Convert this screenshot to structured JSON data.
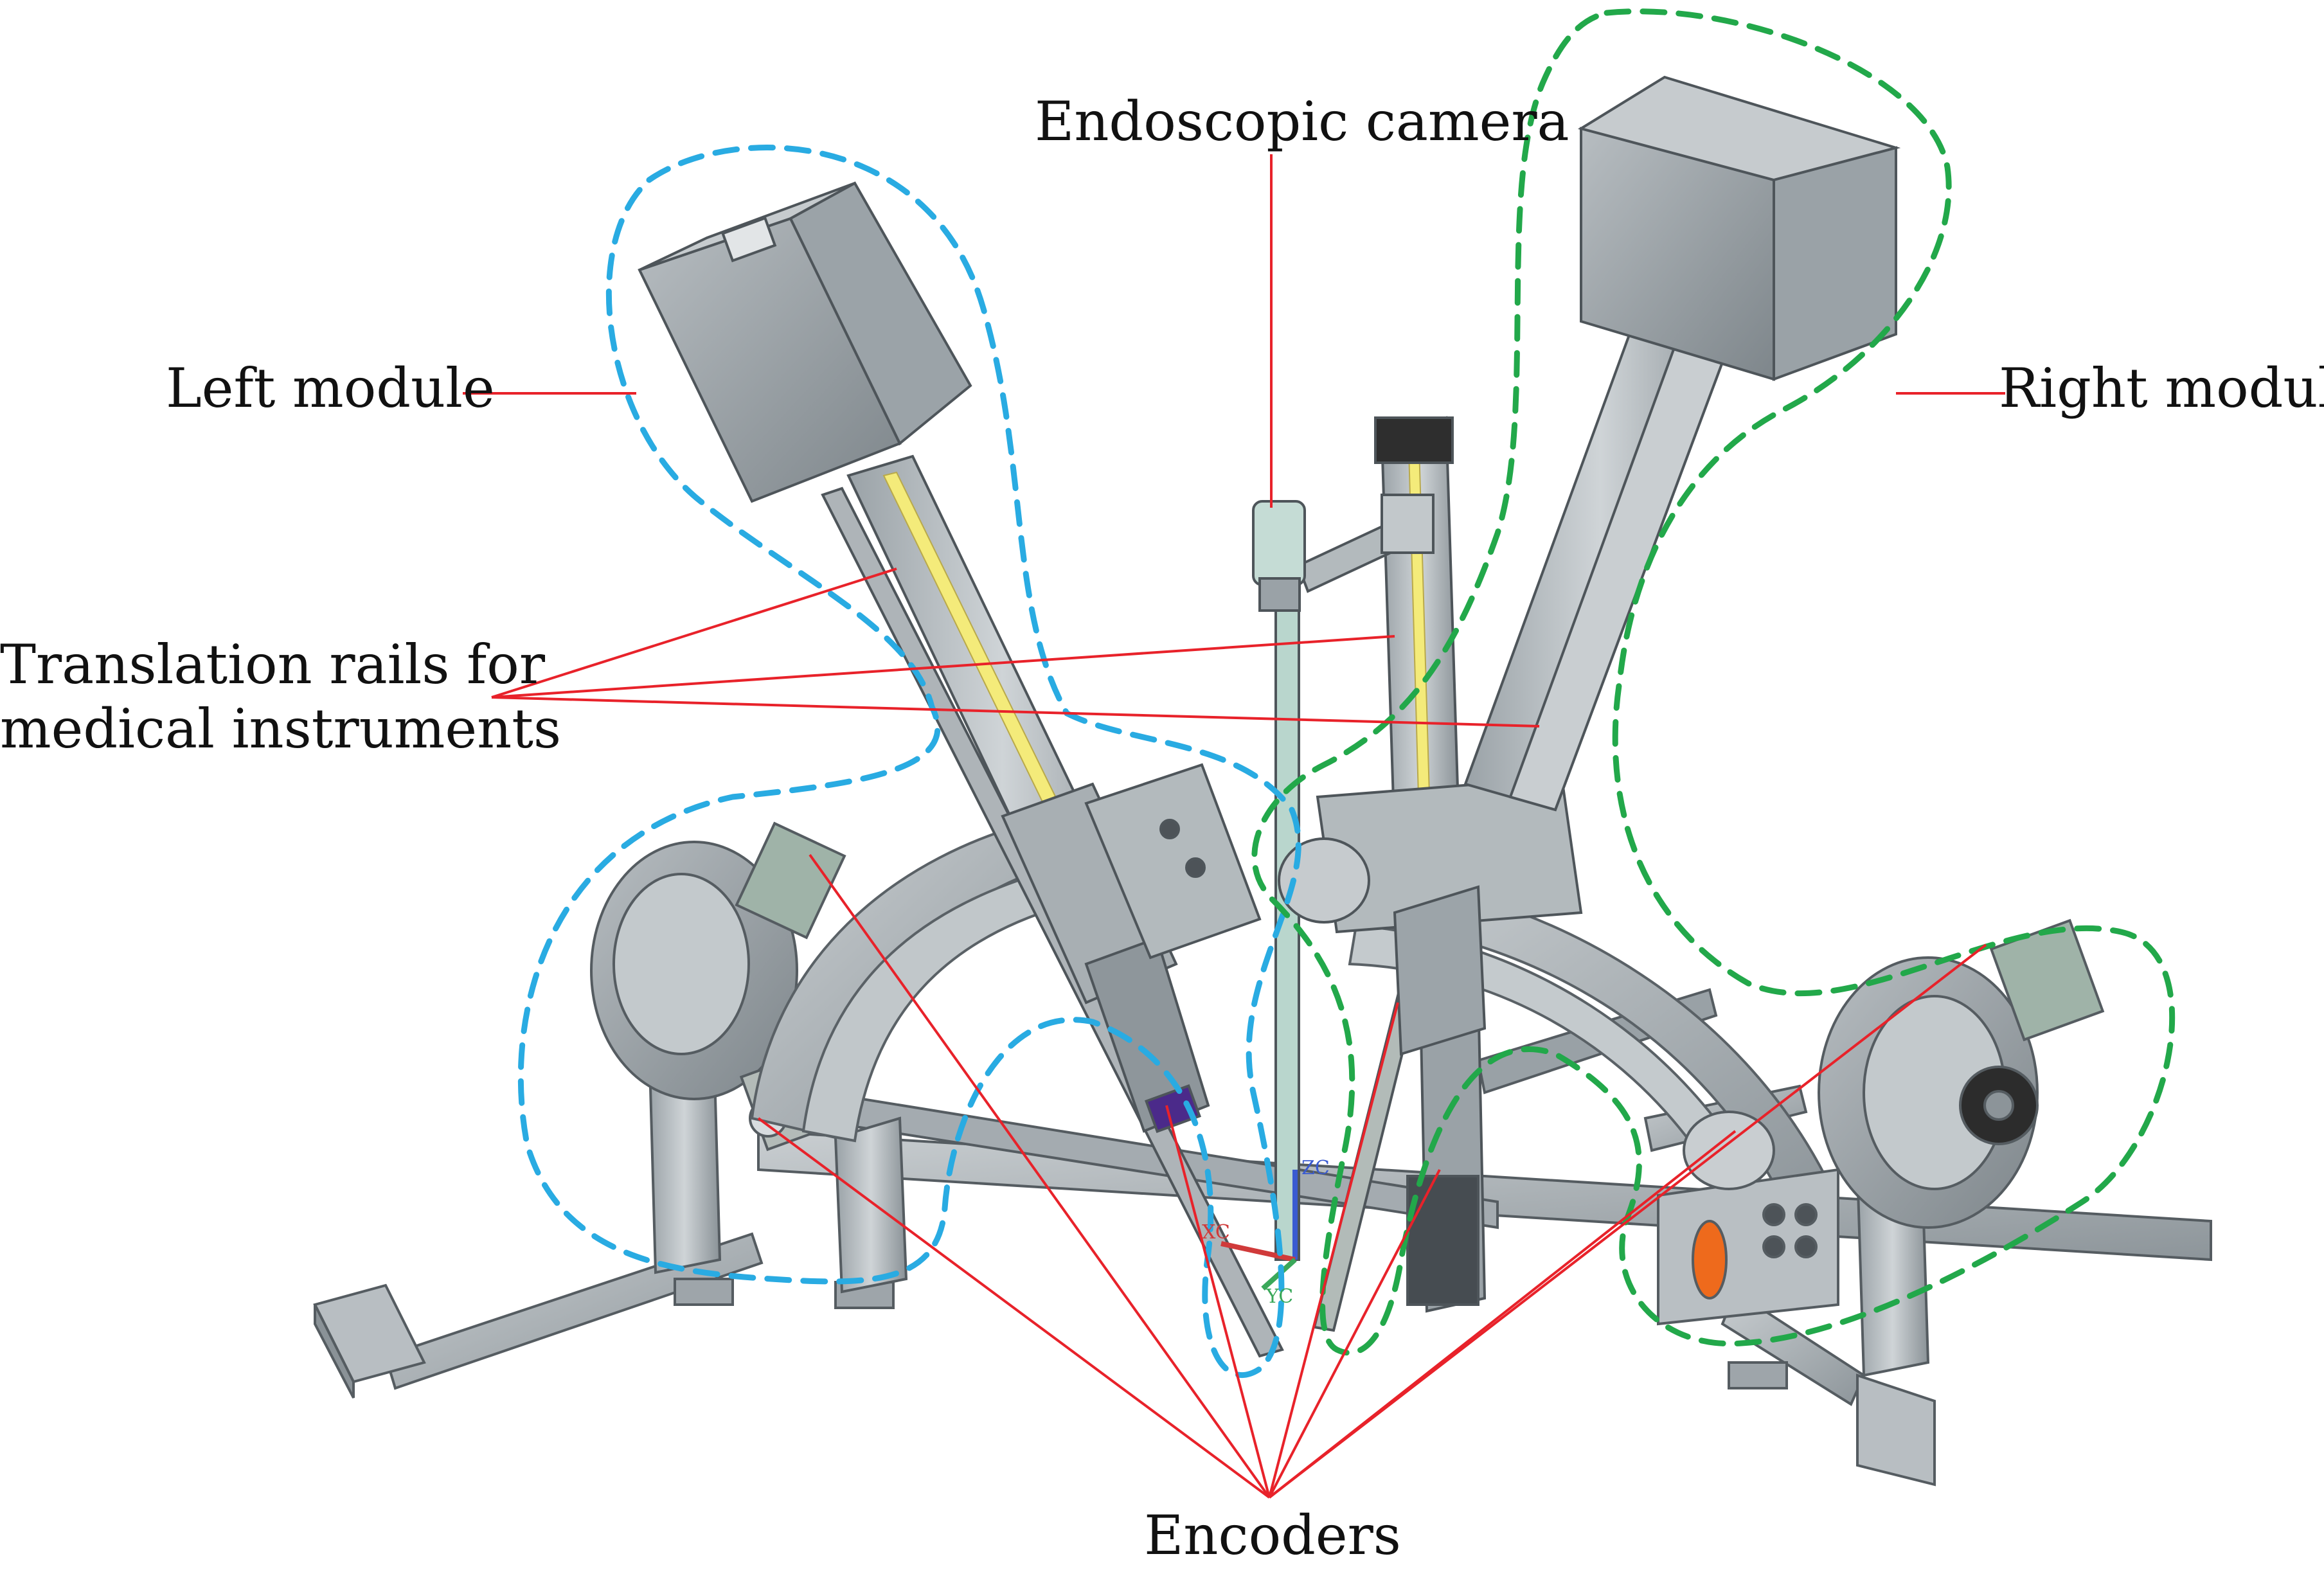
{
  "figure": {
    "labels": {
      "endoscopic_camera": "Endoscopic camera",
      "left_module": "Left module",
      "right_module": "Right module",
      "translation_rails_line1": "Translation rails for",
      "translation_rails_line2": "medical instruments",
      "encoders": "Encoders"
    },
    "axis_triad": {
      "zc": "ZC",
      "xc": "XC",
      "yc": "YC"
    },
    "colors": {
      "leader_line": "#e8222a",
      "left_module_outline": "#29abe2",
      "right_module_outline": "#22a84a",
      "cad_metal": "#a9b0b4",
      "cad_metal_dark": "#6f777c",
      "cad_metal_light": "#d0d5d8",
      "rail_highlight": "#f4eb7a",
      "endoscope": "#b9d6cd",
      "orange_part": "#ee6a1c",
      "purple_part": "#4b2a8a"
    }
  }
}
